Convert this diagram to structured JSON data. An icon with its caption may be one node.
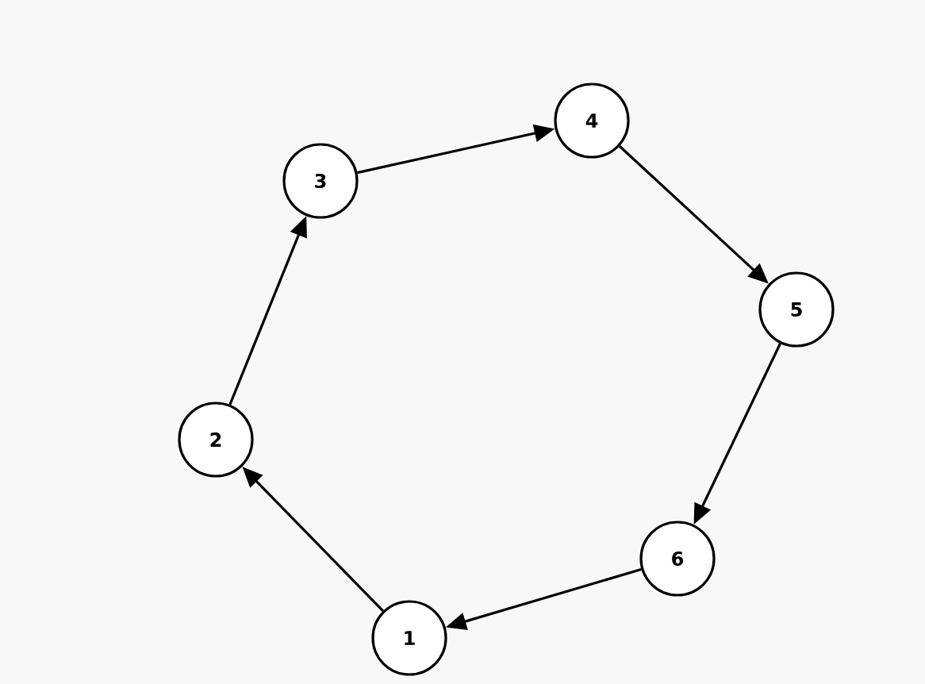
{
  "diagram": {
    "nodes": [
      {
        "text": [
          "1"
        ]
      },
      {
        "text": [
          "2"
        ]
      },
      {
        "text": [
          "3"
        ]
      },
      {
        "text": [
          "4"
        ]
      },
      {
        "text": [
          "5"
        ]
      },
      {
        "text": [
          "6"
        ]
      }
    ],
    "edges": [
      {
        "from": 0,
        "to": 1,
        "arrow": "to"
      },
      {
        "from": 1,
        "to": 2,
        "arrow": "to"
      },
      {
        "from": 2,
        "to": 3,
        "arrow": "to"
      },
      {
        "from": 3,
        "to": 4,
        "arrow": "to"
      },
      {
        "from": 4,
        "to": 5,
        "arrow": "to"
      },
      {
        "from": 5,
        "to": 0,
        "arrow": "to"
      }
    ]
  }
}
